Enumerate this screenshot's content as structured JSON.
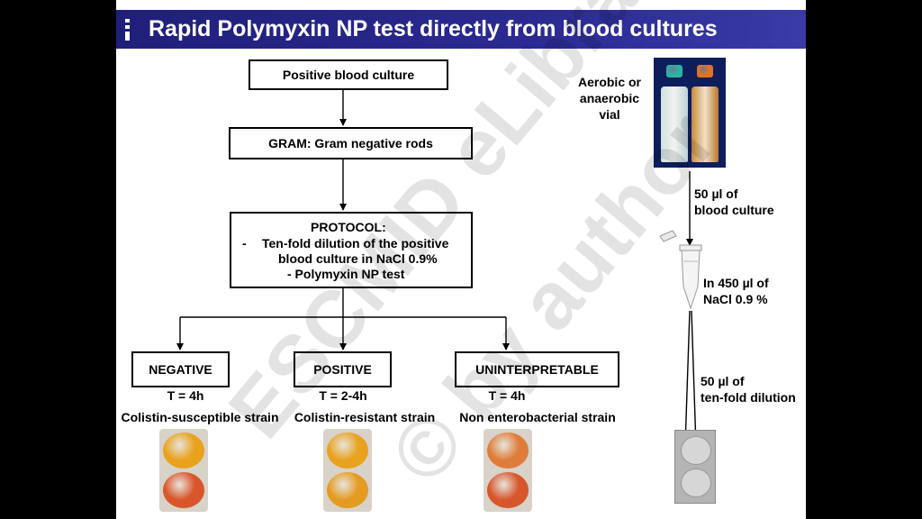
{
  "title": "Rapid Polymyxin NP test directly from blood cultures",
  "flow": {
    "step1": "Positive blood culture",
    "step2": "GRAM: Gram negative rods",
    "protocol": {
      "heading": "PROTOCOL:",
      "dash": "-",
      "line1": "Ten-fold dilution of the positive",
      "line2": "blood culture in NaCl 0.9%",
      "line3": "- Polymyxin NP test"
    },
    "results": [
      {
        "label": "NEGATIVE",
        "time": "T = 4h",
        "interpretation": "Colistin-susceptible strain",
        "well_top": "#e9a21e",
        "well_bottom": "#d9562a"
      },
      {
        "label": "POSITIVE",
        "time": "T = 2-4h",
        "interpretation": "Colistin-resistant strain",
        "well_top": "#e9a21e",
        "well_bottom": "#e59a20"
      },
      {
        "label": "UNINTERPRETABLE",
        "time": "T = 4h",
        "interpretation": "Non enterobacterial strain",
        "well_top": "#de7d3a",
        "well_bottom": "#d8562c"
      }
    ]
  },
  "side": {
    "vial_label_1": "Aerobic or",
    "vial_label_2": "anaerobic",
    "vial_label_3": "vial",
    "step_a_1": "50 µl of",
    "step_a_2": "blood culture",
    "step_b_1": "In 450 µl of",
    "step_b_2": "NaCl 0.9 %",
    "step_c_1": "50 µl of",
    "step_c_2": "ten-fold dilution"
  },
  "watermark": {
    "line1": "ESCMID eLibrary",
    "line2": "© by author"
  },
  "colors": {
    "title_bar": "#2a2a92",
    "vial_bg": "#0e1e5c",
    "bottle_left_cap": "#2bb3a0",
    "bottle_right_cap": "#e3731e"
  }
}
